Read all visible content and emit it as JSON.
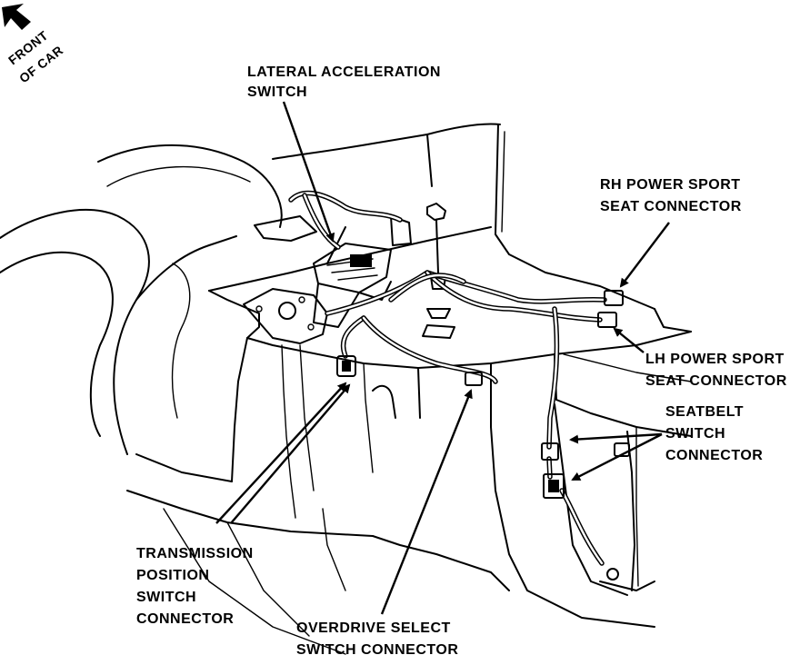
{
  "front_marker": {
    "line1": "FRONT",
    "line2": "OF CAR"
  },
  "labels": {
    "lateral_switch": [
      "LATERAL ACCELERATION",
      "SWITCH"
    ],
    "rh_seat": [
      "RH POWER SPORT",
      "SEAT CONNECTOR"
    ],
    "lh_seat": [
      "LH POWER SPORT",
      "SEAT CONNECTOR"
    ],
    "seatbelt": [
      "SEATBELT",
      "SWITCH",
      "CONNECTOR"
    ],
    "transmission": [
      "TRANSMISSION",
      "POSITION",
      "SWITCH",
      "CONNECTOR"
    ],
    "overdrive": [
      "OVERDRIVE SELECT",
      "SWITCH CONNECTOR"
    ]
  },
  "colors": {
    "ink": "#000000",
    "paper": "#ffffff"
  }
}
